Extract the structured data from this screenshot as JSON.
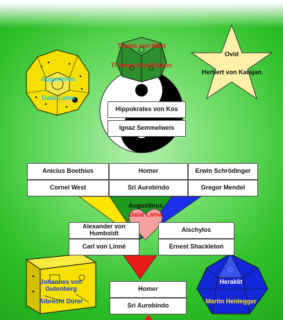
{
  "top_figures": {
    "hexagon_green": {
      "name1": "Thales von Milet",
      "name2": "Thomas Alva Edison"
    },
    "star": {
      "name1": "Ovid",
      "name2": "Herbert von Karajan"
    },
    "polygon_yellow": {
      "name1": "Augustinus",
      "name2": "Dalai Lama"
    }
  },
  "yin_yang": {
    "box1": "Hippokrates von Kos",
    "box2": "Ignaz Semmelweis"
  },
  "row1": {
    "left": {
      "top": "Anicius Boethius",
      "bottom": "Cornel West"
    },
    "center": {
      "top": "Homer",
      "bottom": "Sri Aurobindo"
    },
    "right": {
      "top": "Erwin Schrödinger",
      "bottom": "Gregor Mendel"
    }
  },
  "heart": {
    "name1": "Augustinus",
    "name2": "Dalai Lama"
  },
  "row2": {
    "left": {
      "top": "Alexander von Humboldt",
      "bottom": "Carl von Linné"
    },
    "right": {
      "top": "Aischylos",
      "bottom": "Ernest Shackleton"
    }
  },
  "bottom_figures": {
    "cube_yellow": {
      "name1": "Johannes von Gutenberg",
      "name2": "Albrecht Dürer"
    },
    "center_box": {
      "top": "Homer",
      "bottom": "Sri Aurobindo"
    },
    "polyhedron_blue": {
      "name1": "Heraklit",
      "name2": "Martin Heidegger"
    }
  },
  "colors": {
    "triangle_yellow": "#ffe600",
    "triangle_blue": "#1a2fe8",
    "triangle_red": "#e81a1a",
    "triangle_green": "#1e9a1e"
  }
}
